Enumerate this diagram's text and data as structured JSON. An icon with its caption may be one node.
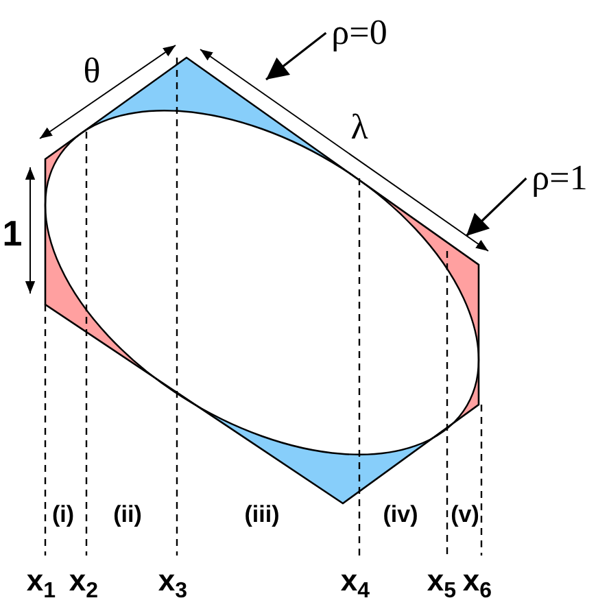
{
  "diagram": {
    "nodes": [
      {
        "text": [
          "ρ=0"
        ]
      },
      {
        "text": [
          "ρ=1"
        ]
      }
    ],
    "edges": [
      {
        "from": 0,
        "to": null,
        "arrow": "to"
      },
      {
        "from": 1,
        "to": null,
        "arrow": "to"
      }
    ],
    "labels": [
      "θ",
      "λ",
      "1",
      "(i)",
      "(ii)",
      "(iii)",
      "(iv)",
      "(v)",
      "x$_{1}$",
      "x$_{2}$",
      "x$_{3}$",
      "x$_{4}$",
      "x$_{5}$",
      "x$_{6}$"
    ]
  }
}
